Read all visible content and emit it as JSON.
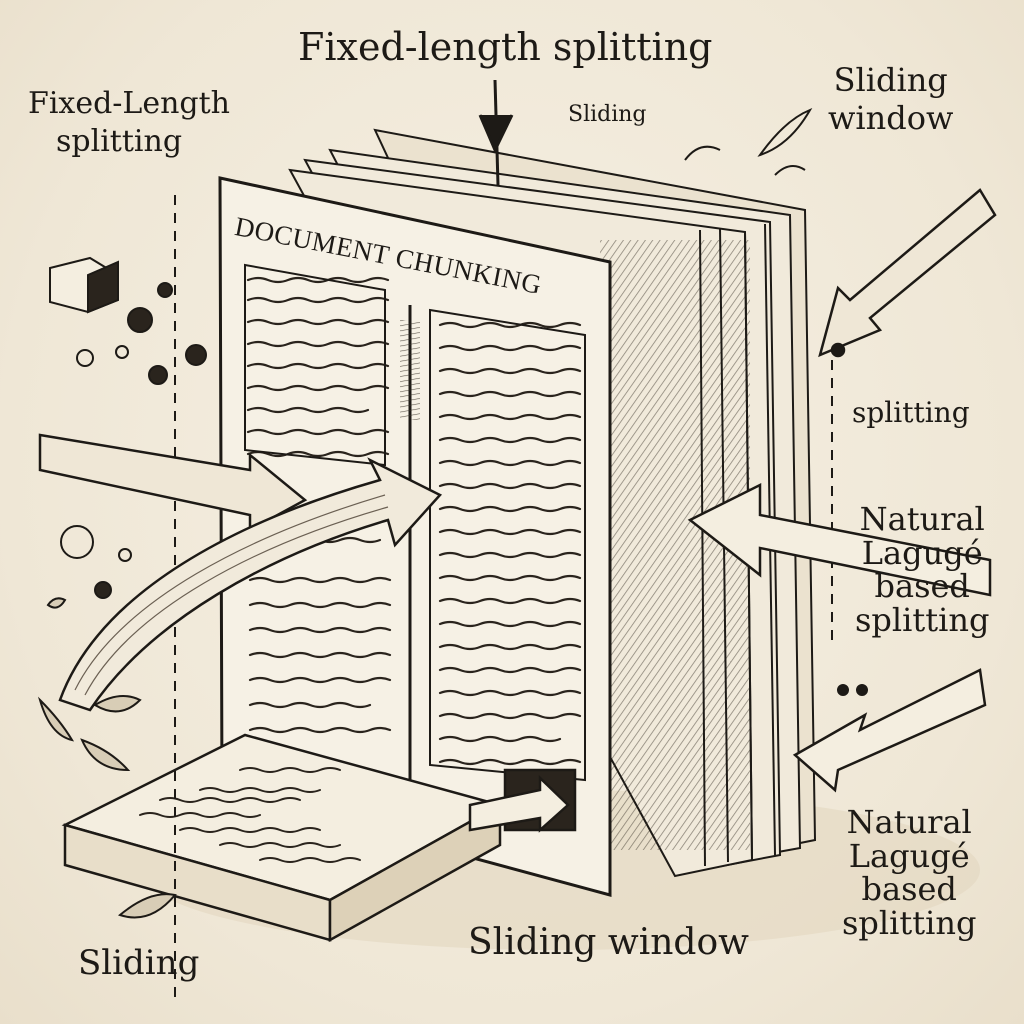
{
  "title": "DOCUMENT CHUNKING",
  "labels": {
    "top_center": "Fixed-length splitting",
    "top_left_line1": "Fixed-Length",
    "top_left_line2": "splitting",
    "top_small_sliding": "Sliding",
    "top_right_line1": "Sliding",
    "top_right_line2": "window",
    "right_splitting": "splitting",
    "right_mid_line1": "Natural",
    "right_mid_line2": "Lagugé",
    "right_mid_line3": "based",
    "right_mid_line4": "splitting",
    "right_bottom_line1": "Natural",
    "right_bottom_line2": "Lagugé",
    "right_bottom_line3": "based",
    "right_bottom_line4": "splitting",
    "bottom_center": "Sliding window",
    "bottom_left": "Sliding"
  },
  "colors": {
    "ink": "#1d1a16",
    "paper": "#f4eee0",
    "background": "#efe7d6"
  }
}
